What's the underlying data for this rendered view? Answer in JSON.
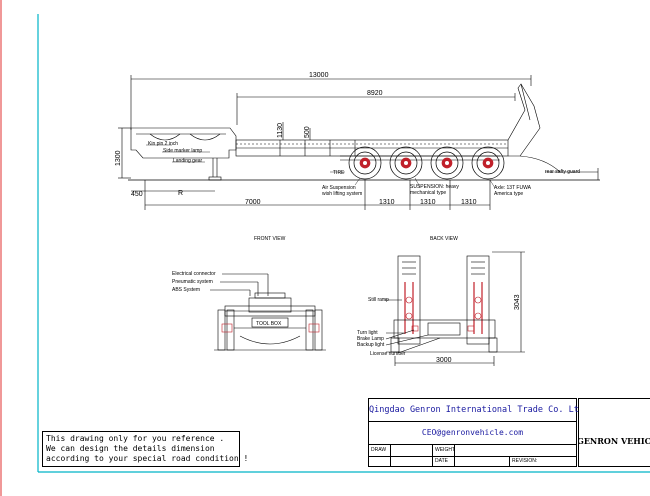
{
  "side_view": {
    "dims": {
      "overall_length": "13000",
      "deck_length": "8920",
      "height_left": "1300",
      "height_mid": "1130",
      "height_deck": "500",
      "front_overhang": "450",
      "radius": "R",
      "kingpin_to_axle": "7000",
      "axle_spacing": [
        "1310",
        "1310",
        "1310"
      ]
    },
    "labels": {
      "kingpin": "Kin pin 2 inch",
      "side_marker": "Side marker lamp",
      "landing_gear": "Landing gear",
      "tire": "TIRE",
      "air_suspension": "Air Suspension",
      "axle_lifting": "wish lifting system",
      "suspension": "SUSPENSION: heavy",
      "suspension_type": "mechanical type",
      "axle": "Axle: 13T FUWA",
      "axle_type": "America type",
      "rear_guard": "rear safty guard"
    }
  },
  "front_view": {
    "title": "FRONT VIEW",
    "labels": {
      "electrical": "Electrical connector",
      "pneumatic": "Pneumatic system",
      "abs": "ABS System",
      "toolbox": "TOOL BOX"
    }
  },
  "back_view": {
    "title": "BACK VIEW",
    "labels": {
      "still_ramp": "Still ramp",
      "turn_light": "Turn light",
      "brake_lamp": "Brake Lamp",
      "backup_light": "Backup light",
      "license_number": "License number"
    },
    "dims": {
      "height": "3043",
      "width": "3000"
    }
  },
  "note": {
    "lines": [
      "This drawing only for you reference .",
      "We can design the details dimension",
      "according to your special road condition !"
    ]
  },
  "title_block": {
    "company": "Qingdao Genron International Trade Co. Ltd",
    "email": "CEO@genronvehicle.com",
    "draw_label": "DRAW",
    "weight_label": "WEIGHT",
    "date_label": "DATE",
    "revision_label": "REVISION:"
  },
  "logo": {
    "text": "GENRON VEHICLE"
  },
  "colors": {
    "frame": "#00b3c7",
    "left_margin": "#e23030",
    "drawing": "#000000",
    "company_text": "#1a1aa0"
  }
}
